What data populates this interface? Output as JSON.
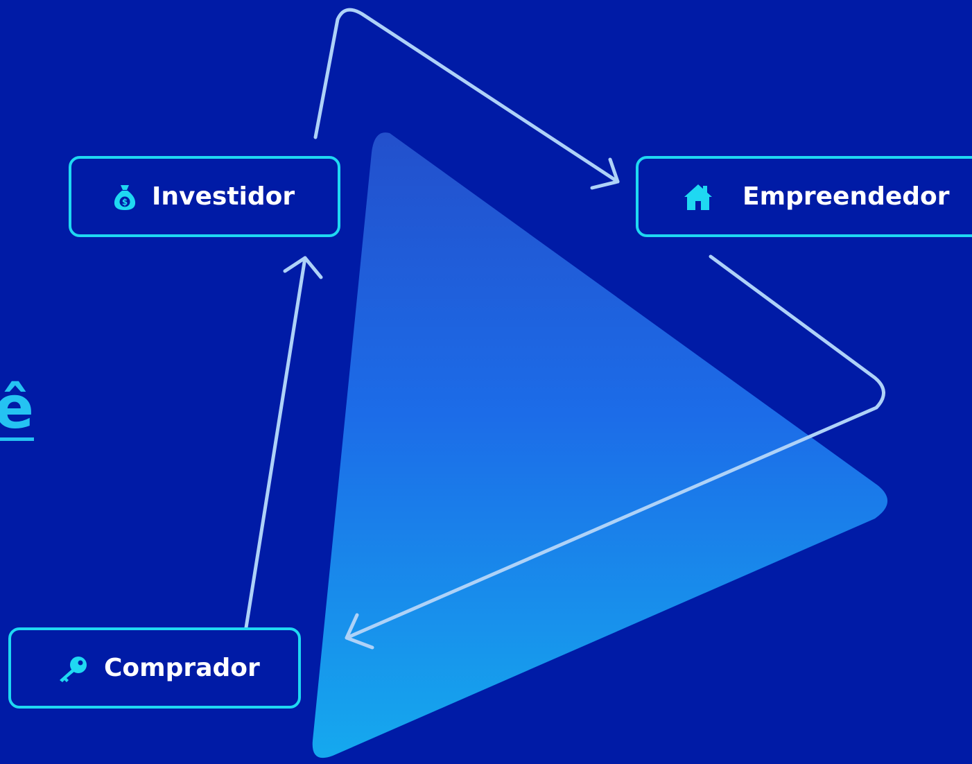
{
  "colors": {
    "background": "#001ba6",
    "node_border": "#1fd8f2",
    "arrow": "#aed2f8",
    "accent_text": "#25c3f2",
    "triangle_top": "#2350cc",
    "triangle_bottom": "#15a9ee"
  },
  "edge_text": "ê",
  "nodes": {
    "investidor": {
      "label": "Investidor",
      "icon": "money-bag-icon"
    },
    "empreendedor": {
      "label": "Empreendedor",
      "icon": "house-icon"
    },
    "comprador": {
      "label": "Comprador",
      "icon": "key-icon"
    }
  },
  "edges": [
    {
      "from": "Investidor",
      "to": "Empreendedor"
    },
    {
      "from": "Empreendedor",
      "to": "Comprador"
    },
    {
      "from": "Comprador",
      "to": "Investidor"
    }
  ]
}
